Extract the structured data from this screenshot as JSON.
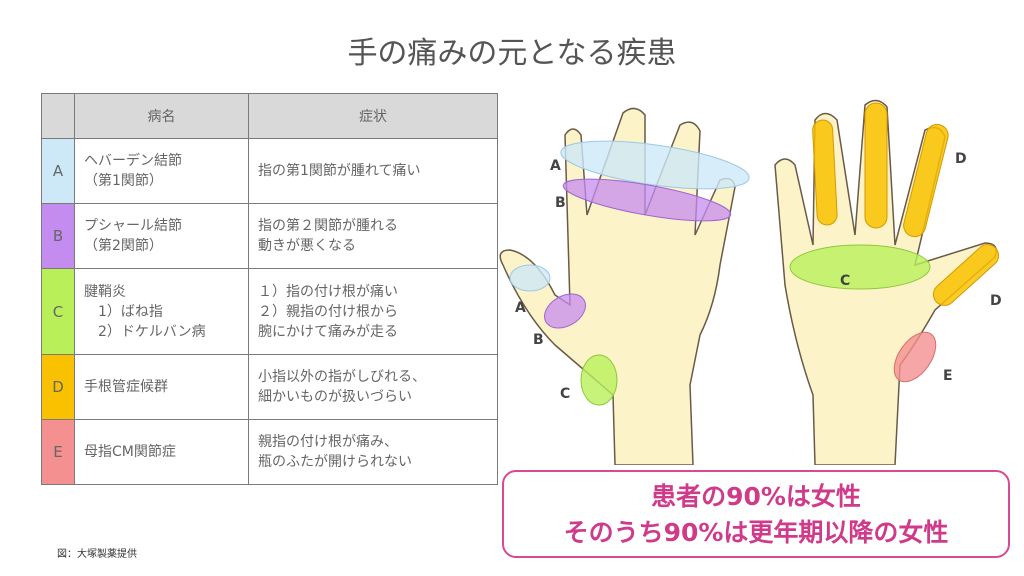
{
  "title": "手の痛みの元となる疾患",
  "table": {
    "headers": [
      "",
      "病名",
      "症状"
    ],
    "rows": [
      {
        "letter": "A",
        "color": "#cde9f8",
        "name": [
          "ヘバーデン結節",
          "（第1関節）"
        ],
        "symptom": [
          "指の第1関節が腫れて痛い"
        ]
      },
      {
        "letter": "B",
        "color": "#c58cf0",
        "name": [
          "プシャール結節",
          "（第2関節）"
        ],
        "symptom": [
          "指の第２関節が腫れる",
          "動きが悪くなる"
        ]
      },
      {
        "letter": "C",
        "color": "#b9f05a",
        "name": [
          "腱鞘炎",
          "　1）ばね指",
          "　2）ドケルバン病"
        ],
        "symptom": [
          "１）指の付け根が痛い",
          "２）親指の付け根から",
          "腕にかけて痛みが走る"
        ]
      },
      {
        "letter": "D",
        "color": "#f9c100",
        "name": [
          "手根管症候群"
        ],
        "symptom": [
          "小指以外の指がしびれる、",
          "細かいものが扱いづらい"
        ]
      },
      {
        "letter": "E",
        "color": "#f49090",
        "name": [
          "母指CM関節症"
        ],
        "symptom": [
          "親指の付け根が痛み、",
          "瓶のふたが開けられない"
        ]
      }
    ]
  },
  "illustration": {
    "labels": {
      "A": "A",
      "B": "B",
      "C": "C",
      "D": "D",
      "E": "E"
    }
  },
  "callout": {
    "line1": "患者の90%は女性",
    "line2": "そのうち90%は更年期以降の女性",
    "color": "#d03a8a"
  },
  "source": "図：大塚製薬提供"
}
